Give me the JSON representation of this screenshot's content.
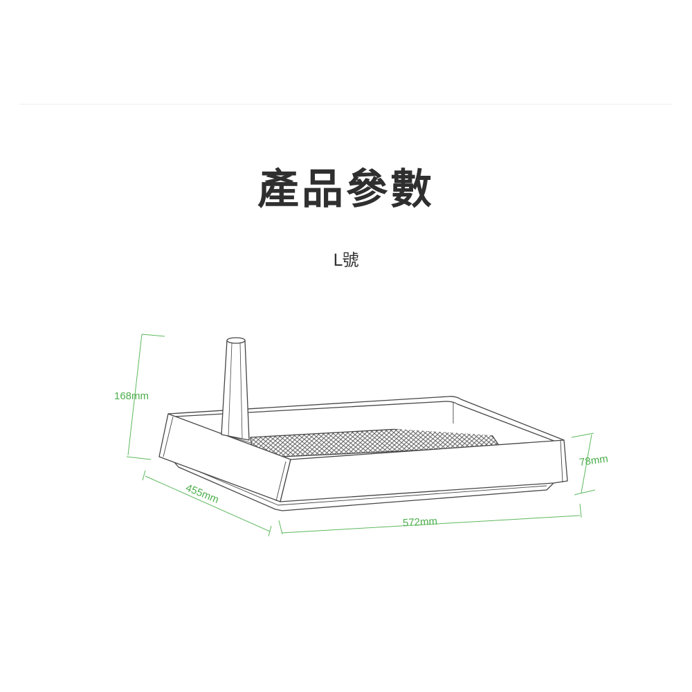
{
  "header": {
    "title": "產品參數",
    "subtitle": "L號"
  },
  "diagram": {
    "dimensions": {
      "height_total": "168mm",
      "height_tray": "78mm",
      "depth": "455mm",
      "width": "572mm"
    },
    "colors": {
      "dimension_line": "#5cb85c",
      "outline": "#444444"
    }
  }
}
